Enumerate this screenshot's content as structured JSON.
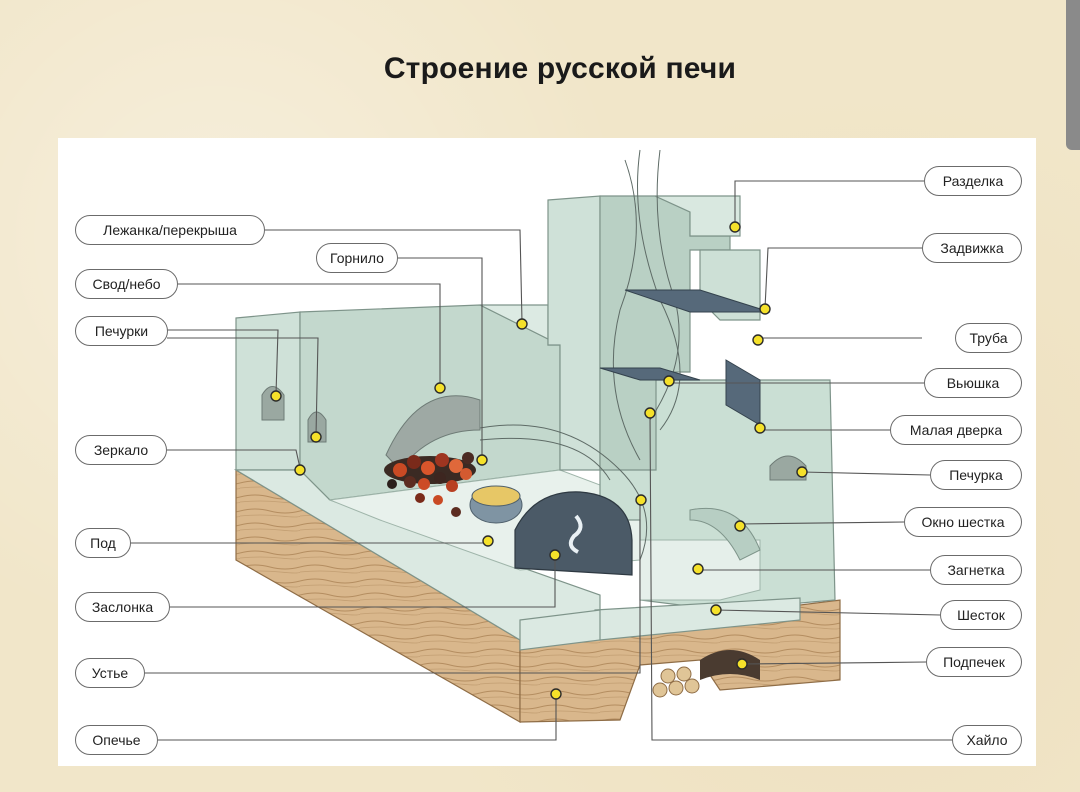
{
  "title": "Строение русской печи",
  "labels_left": {
    "lezhanka": "Лежанка/перекрыша",
    "gornilo": "Горнило",
    "svod": "Свод/небо",
    "pechurki": "Печурки",
    "zerkalo": "Зеркало",
    "pod": "Под",
    "zaslonka": "Заслонка",
    "ustye": "Устье",
    "opechye": "Опечье"
  },
  "labels_right": {
    "razdelka": "Разделка",
    "zadvizhka": "Задвижка",
    "truba": "Труба",
    "vyushka": "Вьюшка",
    "malaya_dverka": "Малая дверка",
    "pechurka": "Печурка",
    "okno_shestka": "Окно шестка",
    "zagnetka": "Загнетка",
    "shestok": "Шесток",
    "podpechek": "Подпечек",
    "khaylo": "Хайло"
  },
  "colors": {
    "stove": "#d6e6de",
    "stove_dark": "#b7cec3",
    "stove_outline": "#7e948a",
    "wood": "#d9b78c",
    "metal": "#4c5d6a",
    "marker": "#f5e12a"
  }
}
